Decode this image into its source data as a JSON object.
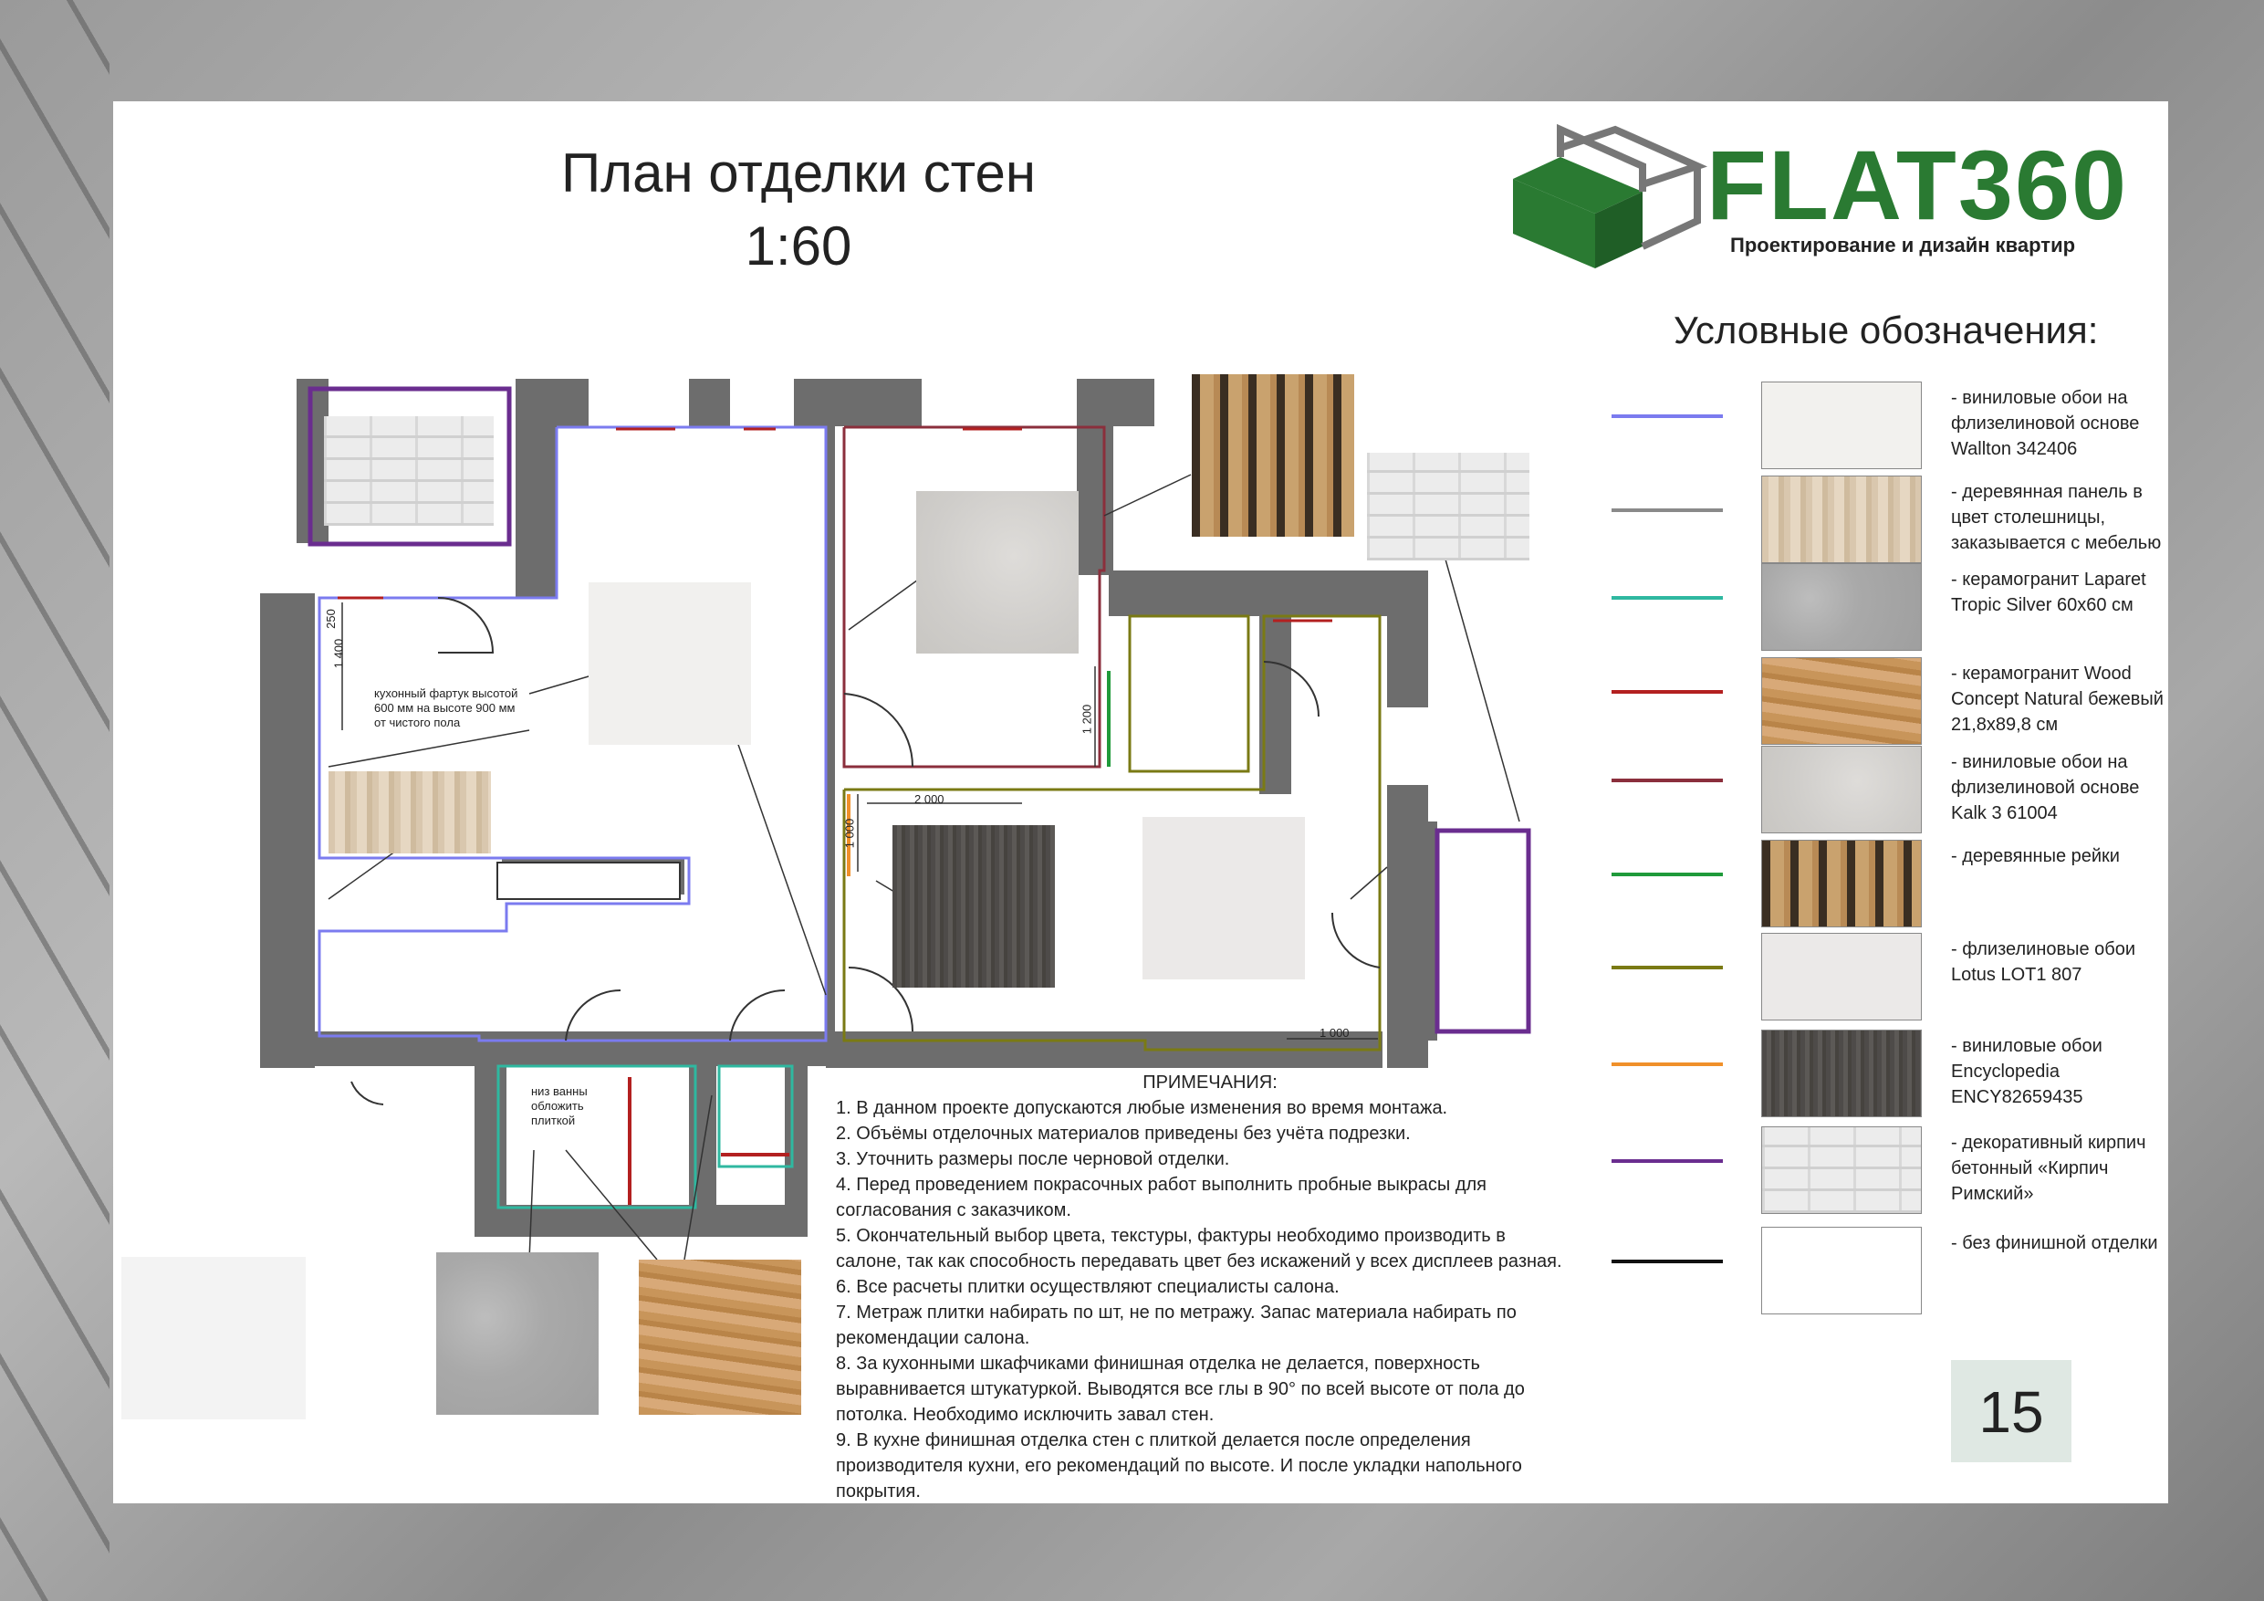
{
  "header": {
    "title_line1": "План отделки стен",
    "title_line2": "1:60"
  },
  "brand": {
    "name": "FLAT360",
    "tagline": "Проектирование и дизайн квартир",
    "color": "#2a7a32"
  },
  "legend": {
    "title": "Условные обозначения:",
    "items": [
      {
        "line_color": "#7b7bef",
        "swatch": "plain-white",
        "text": "- виниловые обои на флизелиновой основе Wallton 342406"
      },
      {
        "line_color": "#8a8a8a",
        "swatch": "wood-panel",
        "text": "- деревянная панель в цвет столешницы, заказывается с мебелью"
      },
      {
        "line_color": "#2fb8a0",
        "swatch": "stone",
        "text": "- керамогранит Laparet Tropic Silver 60x60 см"
      },
      {
        "line_color": "#b32020",
        "swatch": "oak",
        "text": "- керамогранит Wood Concept Natural бежевый 21,8x89,8 см"
      },
      {
        "line_color": "#8b2f3c",
        "swatch": "light-stone",
        "text": "- виниловые обои на флизелиновой основе Kalk 3 61004"
      },
      {
        "line_color": "#1f9a3a",
        "swatch": "slats",
        "text": "- деревянные рейки"
      },
      {
        "line_color": "#7a7a14",
        "swatch": "light-white",
        "text": "- флизелиновые обои Lotus LOT1 807"
      },
      {
        "line_color": "#f0902a",
        "swatch": "dark-wood",
        "text": "- виниловые обои Encyclopedia ENCY82659435"
      },
      {
        "line_color": "#6a2d8f",
        "swatch": "brick",
        "text": "- декоративный кирпич бетонный «Кирпич Римский»"
      },
      {
        "line_color": "#111111",
        "swatch": "none",
        "text": "- без финишной отделки"
      }
    ]
  },
  "plan": {
    "label_apron": "кухонный фартук высотой 600 мм на высоте 900 мм от чистого пола",
    "label_bath": "низ ванны обложить плиткой",
    "dim_1400": "1 400",
    "dim_250": "250",
    "dim_1200": "1 200",
    "dim_2000": "2 000",
    "dim_1000a": "1 000",
    "dim_1000b": "1 000"
  },
  "notes": {
    "title": "ПРИМЕЧАНИЯ:",
    "lines": [
      "1. В данном проекте допускаются любые изменения во время монтажа.",
      "2. Объёмы отделочных материалов приведены без учёта подрезки.",
      "3. Уточнить размеры после черновой отделки.",
      "4. Перед проведением покрасочных работ выполнить пробные выкрасы для",
      "согласования с заказчиком.",
      "5. Окончательный выбор цвета, текстуры, фактуры необходимо производить в",
      "салоне, так как способность передавать цвет без искажений у всех дисплеев разная.",
      "6. Все расчеты плитки осуществляют специалисты салона.",
      "7. Метраж плитки набирать по шт, не по метражу. Запас материала набирать по",
      "рекомендации салона.",
      "8. За кухонными шкафчиками финишная отделка не делается, поверхность",
      "выравнивается штукатуркой. Выводятся все глы в 90° по всей высоте от пола до",
      "потолка. Необходимо исключить завал стен.",
      "9. В кухне финишная отделка стен с плиткой делается после определения",
      "производителя кухни, его рекомендаций по высоте. И после укладки напольного",
      "покрытия."
    ]
  },
  "page": {
    "number": "15"
  }
}
